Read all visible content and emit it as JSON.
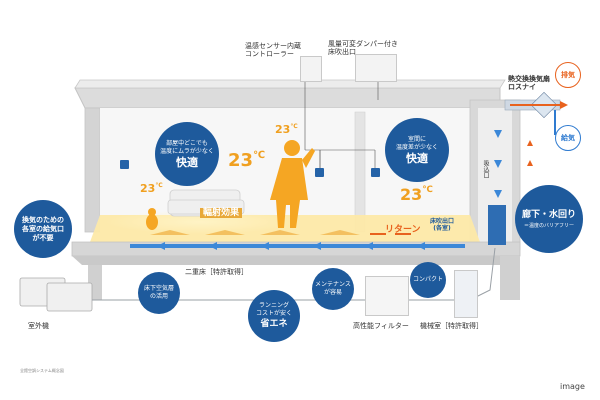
{
  "labels": {
    "controller": "温感センサー内蔵\nコントローラー",
    "damper": "風量可変ダンパー付き\n床吹出口",
    "heat_exchanger": "熱交換換気扇\nロスナイ",
    "exhaust": "排気",
    "supply": "給気",
    "intake": "吸込口",
    "return": "リターン",
    "floor_outlet": "床吹出口\n(各室)",
    "radiant": "輻射効果",
    "double_floor": "二重床［特許取得］",
    "outdoor_unit": "室外機",
    "filter": "高性能フィルター",
    "machine_room": "機械室［特許取得］",
    "caption": "全館空調システム概念図",
    "watermark": "image"
  },
  "temperatures": {
    "t_left_small": "23",
    "t_center": "23",
    "t_top": "23",
    "t_right": "23",
    "unit": "℃"
  },
  "bubbles": {
    "comfort_left": {
      "small": "部屋中どこでも\n温度にムラが少なく",
      "big": "快適"
    },
    "comfort_right": {
      "small": "室間に\n温度差が少なく",
      "big": "快適"
    },
    "barrier_free": {
      "big": "廊下・水回り",
      "small": "＝温度のバリアフリー"
    },
    "no_vent": {
      "small": "換気のための\n各室の給気口\nが不要"
    },
    "under_floor": {
      "small": "床下空気層\nの活用"
    },
    "running_cost": {
      "small": "ランニング\nコストが安く",
      "big": "省エネ"
    },
    "maintenance": {
      "small": "メンテナンス\nが容易"
    },
    "compact": {
      "small": "コンパクト"
    }
  },
  "colors": {
    "blue": "#1e5a9c",
    "orange": "#e8621e",
    "temp": "#f0a020",
    "floor": "#fde9a8",
    "wall": "#d9d9d9"
  }
}
